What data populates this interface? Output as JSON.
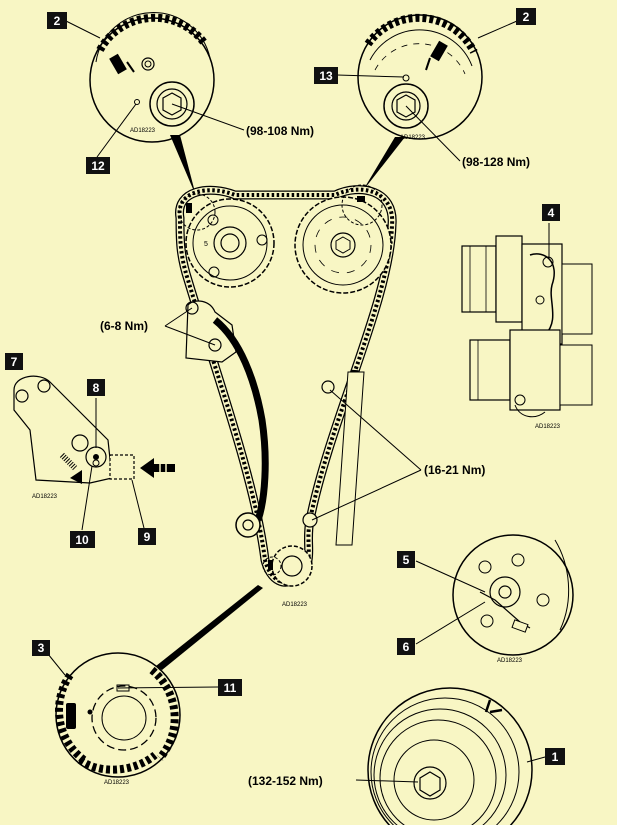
{
  "colors": {
    "background": "#f8f6c4",
    "line": "#000000",
    "callout_box": "#111111",
    "callout_text": "#ffffff"
  },
  "callouts": [
    "1",
    "2",
    "2",
    "3",
    "4",
    "5",
    "6",
    "7",
    "8",
    "9",
    "10",
    "11",
    "12",
    "13"
  ],
  "torque_labels": {
    "exhaust_cam_bolt": "(98-108 Nm)",
    "intake_cam_bolt": "(98-128 Nm)",
    "upper_guide_bolts": "(6-8 Nm)",
    "lower_guide_bolts": "(16-21 Nm)",
    "crank_pulley_bolt": "(132-152 Nm)"
  },
  "reference_codes": {
    "detail_top_left": "AD18223",
    "detail_top_right": "AD18223",
    "detail_tensioner": "AD18223",
    "detail_camshaft_side": "AD18223",
    "detail_crank_sprocket": "AD18223",
    "detail_pump": "AD18223",
    "detail_crank_gear": "AD18223"
  }
}
